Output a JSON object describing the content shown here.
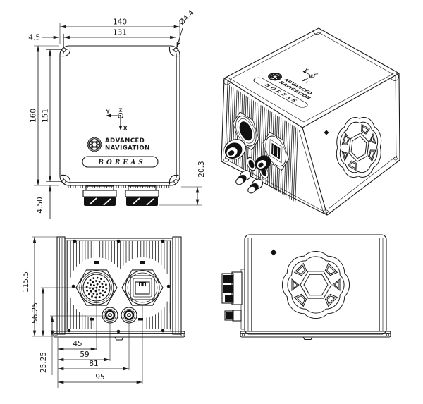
{
  "product": {
    "name": "BOREAS"
  },
  "brand": {
    "line1": "ADVANCED",
    "line2": "NAVIGATION"
  },
  "badge": {
    "text": "BOREAS"
  },
  "axes": {
    "x": "X",
    "y": "Y",
    "z": "Z"
  },
  "colors": {
    "line": "#1a1a1a",
    "solid": "#111111",
    "background": "#ffffff"
  },
  "views": {
    "top": {
      "dims": {
        "outer_width": "140",
        "hole_span_width": "131",
        "hole_offset_x": "4.5",
        "outer_height": "160",
        "hole_span_height": "151",
        "hole_offset_y": "4.50",
        "connector_protrusion": "20.3",
        "hole_diameter": "Ø4.4"
      }
    },
    "front": {
      "dims": {
        "total_height": "115.5",
        "main_connector_height": "56.25",
        "antenna_connector_height": "25.25",
        "main_connector_offset": "45",
        "antenna1_offset": "59",
        "antenna2_offset": "81",
        "ethernet_offset": "95"
      }
    }
  }
}
